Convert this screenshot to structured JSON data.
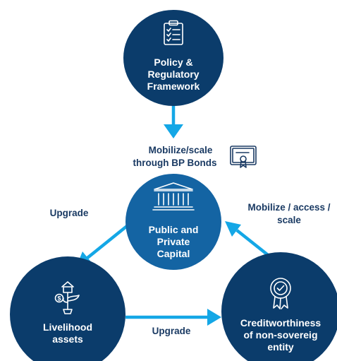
{
  "colors": {
    "dark_node": "#0b3c6b",
    "mid_node": "#1464a3",
    "arrow": "#14a7e6",
    "label_text": "#1a3a63"
  },
  "nodes": {
    "policy": {
      "icon": "clipboard-checklist-icon",
      "lines": [
        "Policy &",
        "Regulatory",
        "Framework"
      ]
    },
    "capital": {
      "icon": "bank-building-icon",
      "lines": [
        "Public and",
        "Private",
        "Capital"
      ]
    },
    "livelihood": {
      "icon": "money-plant-icon",
      "lines": [
        "Livelihood",
        "assets"
      ]
    },
    "credit": {
      "icon": "award-ribbon-icon",
      "lines": [
        "Creditworthiness",
        "of non-sovereig",
        "entity"
      ]
    }
  },
  "edges": {
    "bonds": {
      "icon": "certificate-icon",
      "lines": [
        "Mobilize/scale",
        "through BP Bonds"
      ]
    },
    "upgrade_left": {
      "lines": [
        "Upgrade"
      ]
    },
    "upgrade_bottom": {
      "lines": [
        "Upgrade"
      ]
    },
    "mobilize_right": {
      "lines": [
        "Mobilize / access /",
        "scale"
      ]
    }
  }
}
